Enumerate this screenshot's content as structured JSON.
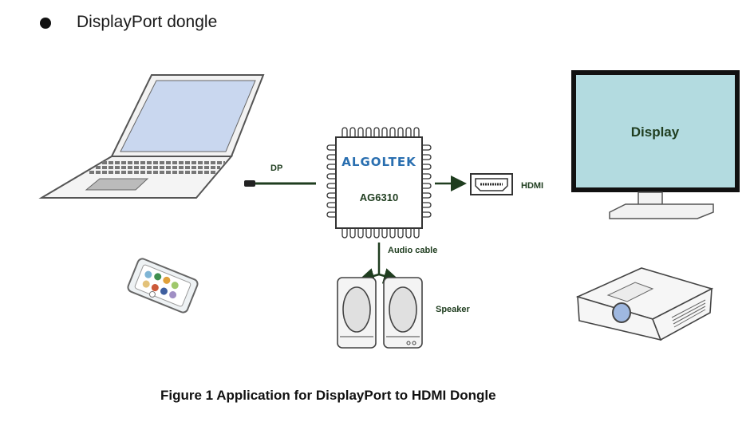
{
  "heading": "DisplayPort dongle",
  "chip": {
    "brand": "ALGOLTEK",
    "model": "AG6310"
  },
  "labels": {
    "dp": "DP",
    "hdmi": "HDMI",
    "audio": "Audio cable",
    "speaker": "Speaker",
    "display": "Display"
  },
  "caption": "Figure 1 Application for DisplayPort to HDMI Dongle",
  "colors": {
    "line": "#1f3d1f",
    "laptop_screen": "#c9d7ef",
    "monitor_screen": "#b3dbe0",
    "brand": "#2a6fb0"
  }
}
